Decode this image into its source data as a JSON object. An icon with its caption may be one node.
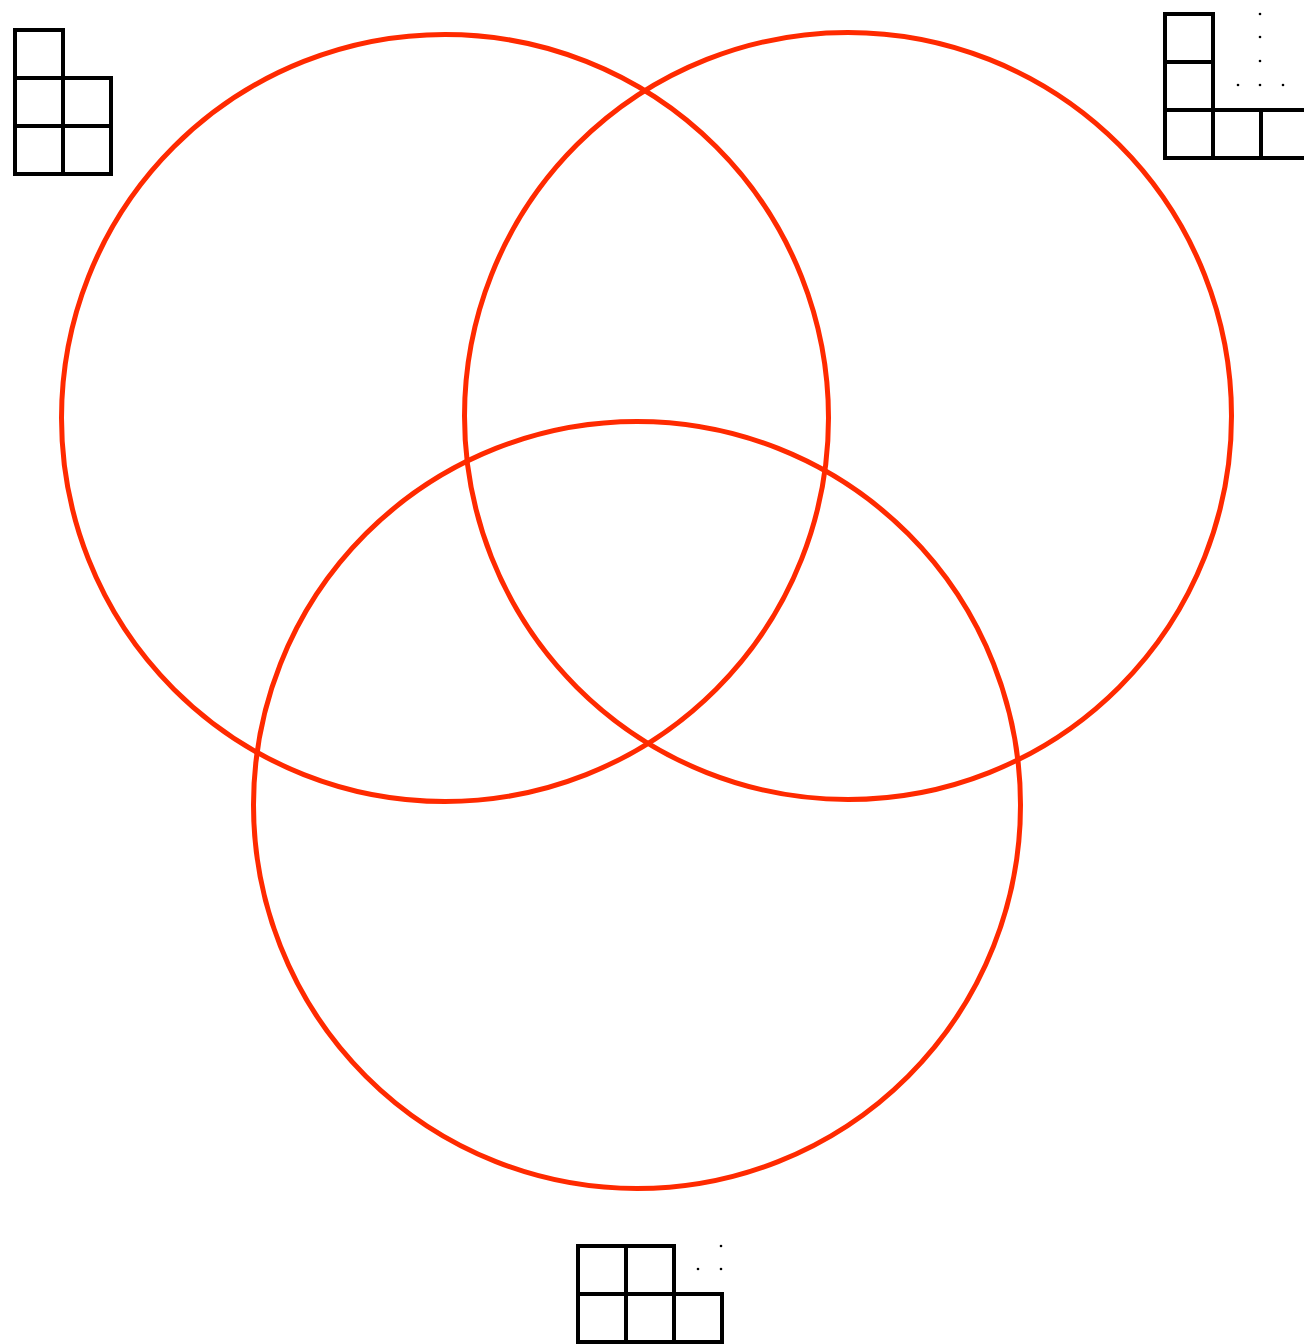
{
  "diagram": {
    "nodes": [
      {
        "text": [],
        "shape": "circle"
      },
      {
        "text": [],
        "shape": "circle"
      },
      {
        "text": [],
        "shape": "circle"
      },
      {
        "text": [],
        "shape": "picture"
      },
      {
        "text": [],
        "shape": "picture"
      },
      {
        "text": [],
        "shape": "picture"
      }
    ]
  }
}
